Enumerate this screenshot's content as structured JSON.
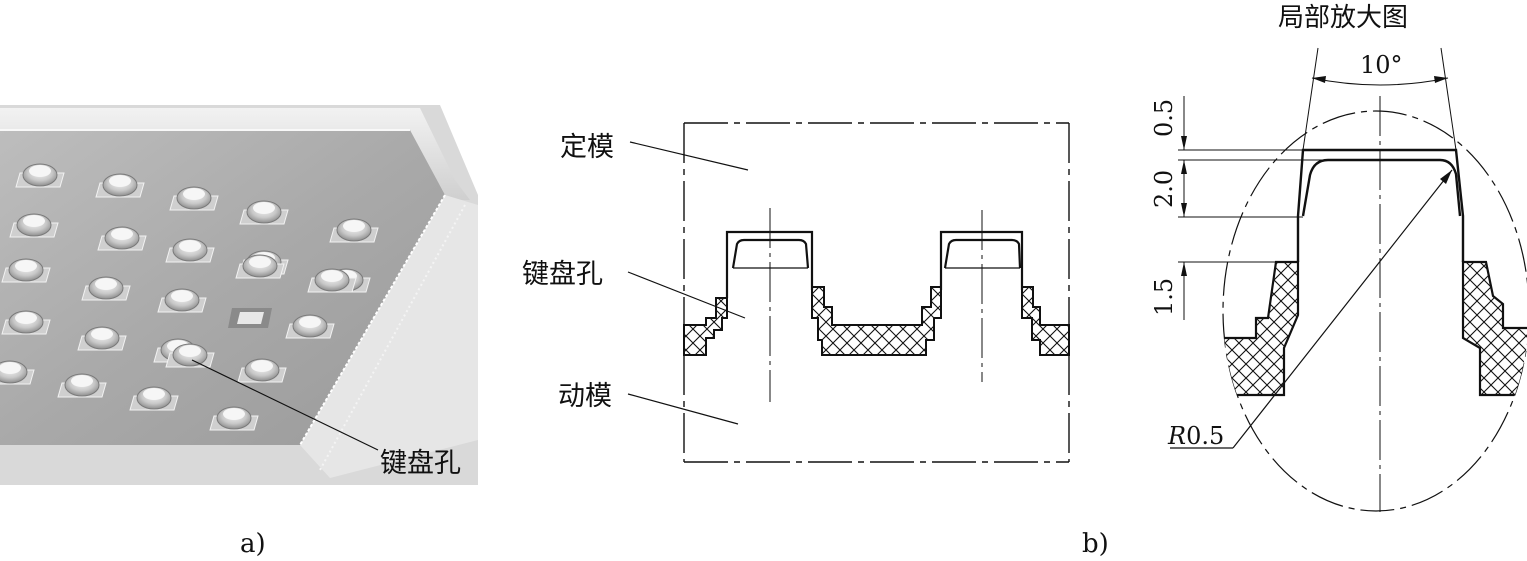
{
  "panel_a": {
    "caption": "a)",
    "label_keyhole": "键盘孔"
  },
  "panel_b": {
    "caption": "b)",
    "label_fixed_mold": "定模",
    "label_keyhole": "键盘孔",
    "label_moving_mold": "动模"
  },
  "detail": {
    "title": "局部放大图",
    "angle": "10°",
    "dim_top": "0.5",
    "dim_mid": "2.0",
    "dim_bottom": "1.5",
    "radius_prefix": "R",
    "radius_value": "0.5"
  }
}
